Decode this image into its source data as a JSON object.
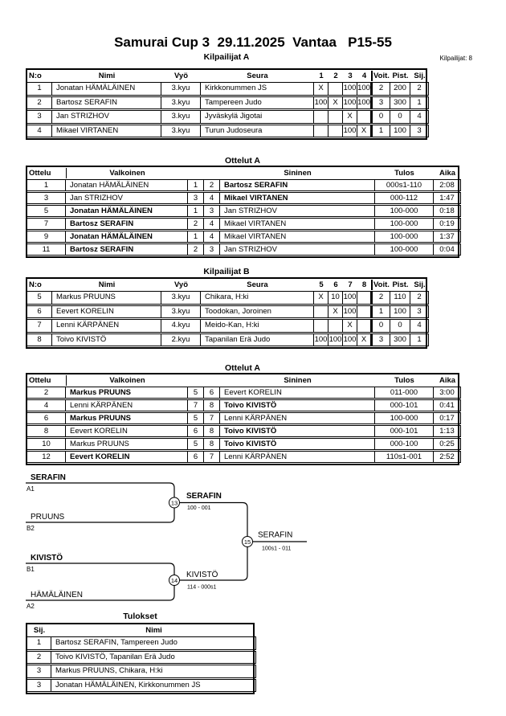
{
  "page": {
    "title": "Samurai Cup 3  29.11.2025  Vantaa   P15-55",
    "competitors_label": "Kilpailijat: 8"
  },
  "sections": {
    "pool_a": "Kilpailijat A",
    "matches_a": "Ottelut A",
    "pool_b": "Kilpailijat B",
    "matches_b": "Ottelut A",
    "results": "Tulokset"
  },
  "pool_a": {
    "headers": [
      "N:o",
      "Nimi",
      "Vyö",
      "Seura",
      "1",
      "2",
      "3",
      "4",
      "Voit.",
      "Pist.",
      "Sij."
    ],
    "rows": [
      [
        "1",
        "Jonatan HÄMÄLÄINEN",
        "3.kyu",
        "Kirkkonummen JS",
        "X",
        "",
        "100",
        "100",
        "2",
        "200",
        "2"
      ],
      [
        "2",
        "Bartosz SERAFIN",
        "3.kyu",
        "Tampereen Judo",
        "100",
        "X",
        "100",
        "100",
        "3",
        "300",
        "1"
      ],
      [
        "3",
        "Jan STRIZHOV",
        "3.kyu",
        "Jyväskylä Jigotai",
        "",
        "",
        "X",
        "",
        "0",
        "0",
        "4"
      ],
      [
        "4",
        "Mikael VIRTANEN",
        "3.kyu",
        "Turun Judoseura",
        "",
        "",
        "100",
        "X",
        "1",
        "100",
        "3"
      ]
    ]
  },
  "matches_a": {
    "headers": [
      "Ottelu",
      "Valkoinen",
      "",
      "",
      "Sininen",
      "Tulos",
      "Aika"
    ],
    "rows": [
      {
        "no": "1",
        "white": "Jonatan HÄMÄLÄINEN",
        "white_no": "1",
        "blue_no": "2",
        "blue": "Bartosz SERAFIN",
        "winner": "blue",
        "result": "000s1-110",
        "time": "2:08"
      },
      {
        "no": "3",
        "white": "Jan STRIZHOV",
        "white_no": "3",
        "blue_no": "4",
        "blue": "Mikael VIRTANEN",
        "winner": "blue",
        "result": "000-112",
        "time": "1:47"
      },
      {
        "no": "5",
        "white": "Jonatan HÄMÄLÄINEN",
        "white_no": "1",
        "blue_no": "3",
        "blue": "Jan STRIZHOV",
        "winner": "white",
        "result": "100-000",
        "time": "0:18"
      },
      {
        "no": "7",
        "white": "Bartosz SERAFIN",
        "white_no": "2",
        "blue_no": "4",
        "blue": "Mikael VIRTANEN",
        "winner": "white",
        "result": "100-000",
        "time": "0:19"
      },
      {
        "no": "9",
        "white": "Jonatan HÄMÄLÄINEN",
        "white_no": "1",
        "blue_no": "4",
        "blue": "Mikael VIRTANEN",
        "winner": "white",
        "result": "100-000",
        "time": "1:37"
      },
      {
        "no": "11",
        "white": "Bartosz SERAFIN",
        "white_no": "2",
        "blue_no": "3",
        "blue": "Jan STRIZHOV",
        "winner": "white",
        "result": "100-000",
        "time": "0:04"
      }
    ]
  },
  "pool_b": {
    "headers": [
      "N:o",
      "Nimi",
      "Vyö",
      "Seura",
      "5",
      "6",
      "7",
      "8",
      "Voit.",
      "Pist.",
      "Sij."
    ],
    "rows": [
      [
        "5",
        "Markus PRUUNS",
        "3.kyu",
        "Chikara, H:ki",
        "X",
        "10",
        "100",
        "",
        "2",
        "110",
        "2"
      ],
      [
        "6",
        "Eevert KORELIN",
        "3.kyu",
        "Toodokan, Joroinen",
        "",
        "X",
        "100",
        "",
        "1",
        "100",
        "3"
      ],
      [
        "7",
        "Lenni KÄRPÄNEN",
        "4.kyu",
        "Meido-Kan, H:ki",
        "",
        "",
        "X",
        "",
        "0",
        "0",
        "4"
      ],
      [
        "8",
        "Toivo KIVISTÖ",
        "2.kyu",
        "Tapanilan Erä Judo",
        "100",
        "100",
        "100",
        "X",
        "3",
        "300",
        "1"
      ]
    ]
  },
  "matches_b": {
    "headers": [
      "Ottelu",
      "Valkoinen",
      "",
      "",
      "Sininen",
      "Tulos",
      "Aika"
    ],
    "rows": [
      {
        "no": "2",
        "white": "Markus PRUUNS",
        "white_no": "5",
        "blue_no": "6",
        "blue": "Eevert KORELIN",
        "winner": "white",
        "result": "011-000",
        "time": "3:00"
      },
      {
        "no": "4",
        "white": "Lenni KÄRPÄNEN",
        "white_no": "7",
        "blue_no": "8",
        "blue": "Toivo KIVISTÖ",
        "winner": "blue",
        "result": "000-101",
        "time": "0:41"
      },
      {
        "no": "6",
        "white": "Markus PRUUNS",
        "white_no": "5",
        "blue_no": "7",
        "blue": "Lenni KÄRPÄNEN",
        "winner": "white",
        "result": "100-000",
        "time": "0:17"
      },
      {
        "no": "8",
        "white": "Eevert KORELIN",
        "white_no": "6",
        "blue_no": "8",
        "blue": "Toivo KIVISTÖ",
        "winner": "blue",
        "result": "000-101",
        "time": "1:13"
      },
      {
        "no": "10",
        "white": "Markus PRUUNS",
        "white_no": "5",
        "blue_no": "8",
        "blue": "Toivo KIVISTÖ",
        "winner": "blue",
        "result": "000-100",
        "time": "0:25"
      },
      {
        "no": "12",
        "white": "Eevert KORELIN",
        "white_no": "6",
        "blue_no": "7",
        "blue": "Lenni KÄRPÄNEN",
        "winner": "white",
        "result": "110s1-001",
        "time": "2:52"
      }
    ]
  },
  "results": {
    "headers": [
      "Sij.",
      "Nimi"
    ],
    "rows": [
      [
        "1",
        "Bartosz SERAFIN, Tampereen Judo"
      ],
      [
        "2",
        "Toivo KIVISTÖ, Tapanilan Erä Judo"
      ],
      [
        "3",
        "Markus PRUUNS, Chikara, H:ki"
      ],
      [
        "3",
        "Jonatan HÄMÄLÄINEN, Kirkkonummen JS"
      ]
    ]
  },
  "bracket": {
    "slot_a1": {
      "name": "SERAFIN",
      "label": "A1",
      "bold": true
    },
    "slot_b2": {
      "name": "PRUUNS",
      "label": "B2",
      "bold": false
    },
    "slot_b1": {
      "name": "KIVISTÖ",
      "label": "B1",
      "bold": true
    },
    "slot_a2": {
      "name": "HÄMÄLÄINEN",
      "label": "A2",
      "bold": false
    },
    "semifinal_1": {
      "match_no": "13",
      "winner": "SERAFIN",
      "score": "100 - 001",
      "bold": true
    },
    "semifinal_2": {
      "match_no": "14",
      "winner": "KIVISTÖ",
      "score": "114 - 000s1",
      "bold": false
    },
    "final": {
      "match_no": "15",
      "winner": "SERAFIN",
      "score": "100s1 - 011",
      "bold": false
    }
  }
}
